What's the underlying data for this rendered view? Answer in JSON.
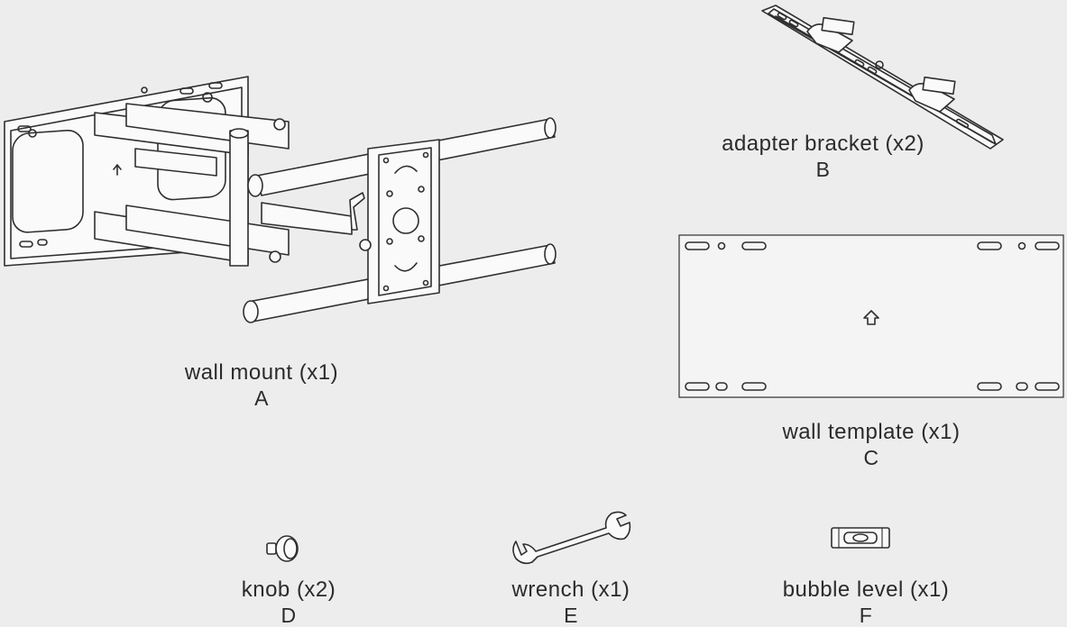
{
  "parts": [
    {
      "id": "A",
      "name": "wall mount",
      "qty": "(x1)",
      "letter": "A"
    },
    {
      "id": "B",
      "name": "adapter bracket",
      "qty": "(x2)",
      "letter": "B"
    },
    {
      "id": "C",
      "name": "wall template",
      "qty": "(x1)",
      "letter": "C"
    },
    {
      "id": "D",
      "name": "knob",
      "qty": "(x2)",
      "letter": "D"
    },
    {
      "id": "E",
      "name": "wrench",
      "qty": "(x1)",
      "letter": "E"
    },
    {
      "id": "F",
      "name": "bubble level",
      "qty": "(x1)",
      "letter": "F"
    }
  ],
  "colors": {
    "background": "#ededed",
    "line": "#2f2f2f",
    "fill": "#fafafa"
  }
}
